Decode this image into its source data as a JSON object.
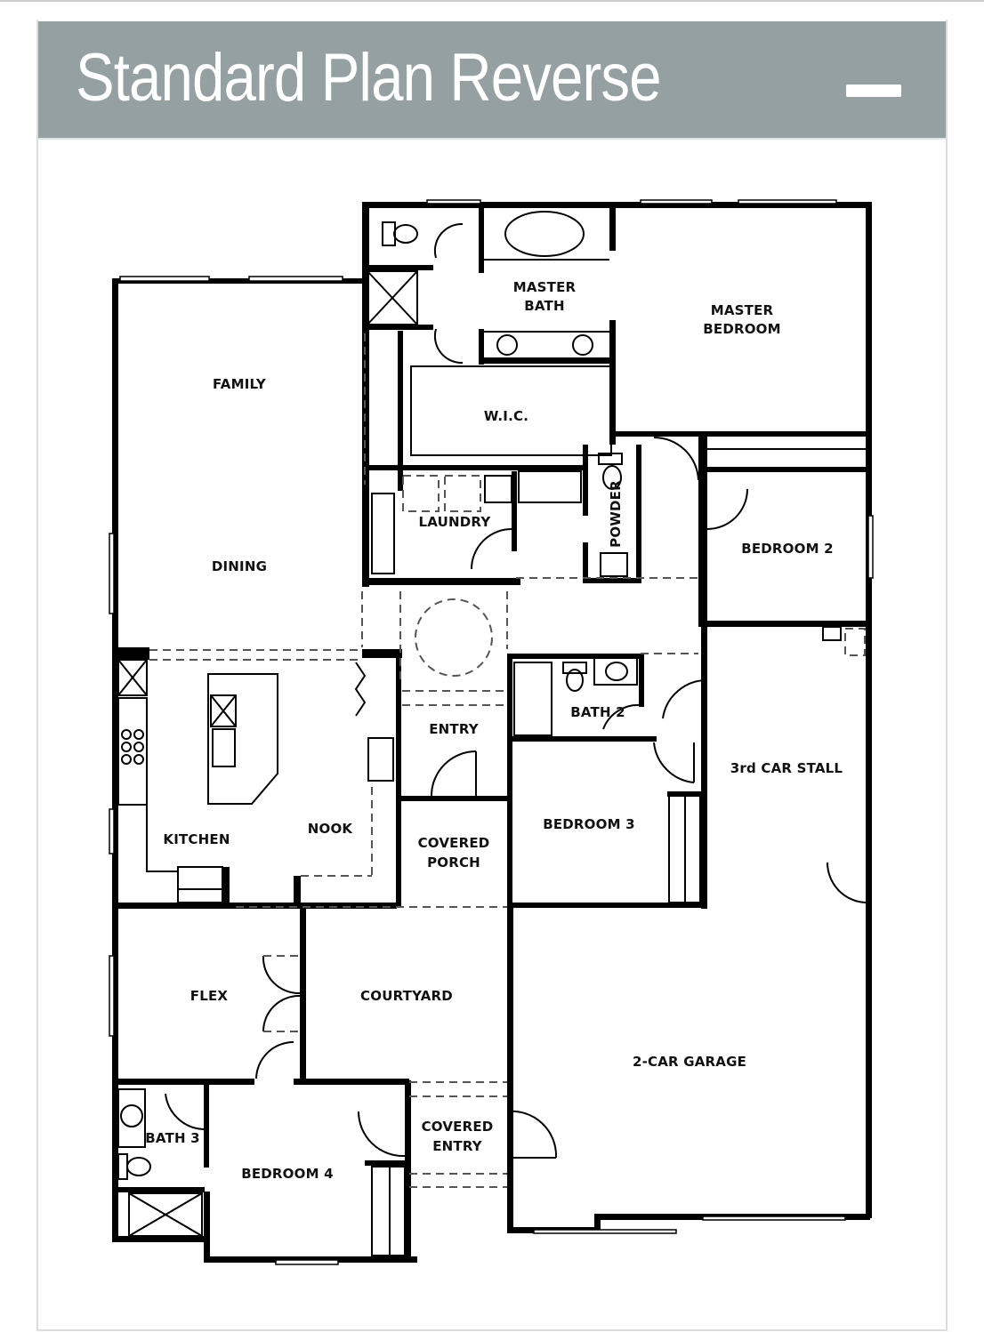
{
  "header": {
    "title": "Standard Plan Reverse",
    "collapse_icon": "minus-icon"
  },
  "plan": {
    "rooms": {
      "master_bath_1": "MASTER",
      "master_bath_2": "BATH",
      "master_bedroom_1": "MASTER",
      "master_bedroom_2": "BEDROOM",
      "wic": "W.I.C.",
      "family": "FAMILY",
      "dining": "DINING",
      "laundry": "LAUNDRY",
      "powder": "POWDER",
      "bedroom2": "BEDROOM 2",
      "entry": "ENTRY",
      "bath2": "BATH 2",
      "third_car": "3rd CAR STALL",
      "kitchen": "KITCHEN",
      "nook": "NOOK",
      "covered_porch_1": "COVERED",
      "covered_porch_2": "PORCH",
      "bedroom3": "BEDROOM 3",
      "flex": "FLEX",
      "courtyard": "COURTYARD",
      "garage": "2-CAR GARAGE",
      "bath3": "BATH 3",
      "bedroom4": "BEDROOM 4",
      "covered_entry_1": "COVERED",
      "covered_entry_2": "ENTRY"
    }
  }
}
